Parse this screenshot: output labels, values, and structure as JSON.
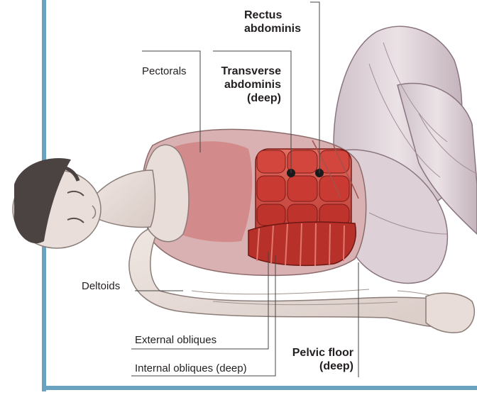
{
  "colors": {
    "frame_border": "#6aa3bf",
    "skin": "#e6dbd6",
    "muscle": "#c83a34",
    "muscle_light": "#e06157",
    "clothing_tint": "#d4bfc6",
    "leader_line": "#444444"
  },
  "labels": {
    "rectus": [
      "Rectus",
      "abdominis"
    ],
    "pectorals": "Pectorals",
    "transverse": [
      "Transverse",
      "abdominis",
      "(deep)"
    ],
    "deltoids": "Deltoids",
    "external_obliques": "External obliques",
    "internal_obliques": "Internal obliques (deep)",
    "pelvic_floor": [
      "Pelvic floor",
      "(deep)"
    ]
  }
}
